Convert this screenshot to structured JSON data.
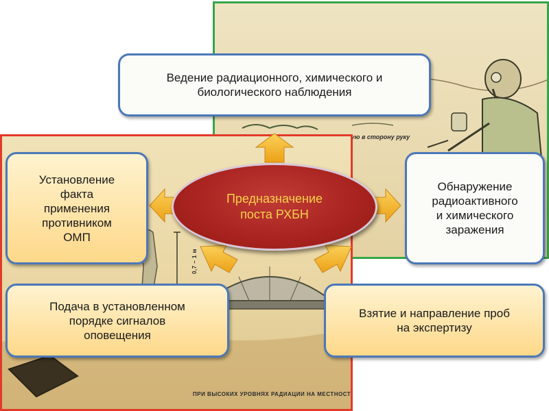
{
  "center": {
    "title": "Предназначение\nпоста РХБН"
  },
  "boxes": {
    "top": "Ведение радиационного, химического и\nбиологического наблюдения",
    "left": "Установление\nфакта\nприменения\nпротивником\nОМП",
    "right": "Обнаружение\nрадиоактивного\nи химического\nзаражения",
    "bottom_left": "Подача в установленном\nпорядке сигналов\nоповещения",
    "bottom_right": "Взятие и направление проб\nна экспертизу"
  },
  "illustration": {
    "top_caption": "На вытянутую в сторону руку",
    "left_caption": "ПРИ ВЫСОКИХ УРОВНЯХ РАДИАЦИИ НА МЕСТНОСТИ",
    "measure_label": "0,7 – 1 м"
  },
  "colors": {
    "box_border": "#4b78b8",
    "arrow_fill": "#f4b223",
    "ellipse_fill": "#a8231f",
    "ellipse_text": "#f5d24a",
    "panel_top_border": "#35a54a",
    "panel_left_border": "#e23a2a"
  }
}
